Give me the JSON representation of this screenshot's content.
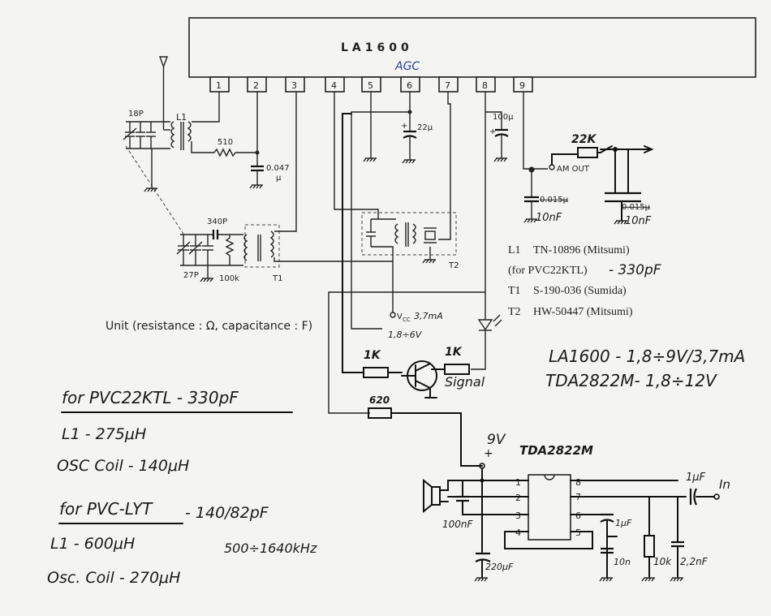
{
  "ic_main": {
    "name": "LA1600",
    "agc_note": "AGC",
    "pins": [
      "1",
      "2",
      "3",
      "4",
      "5",
      "6",
      "7",
      "8",
      "9"
    ]
  },
  "coils": {
    "L1": "L1",
    "T1": "T1",
    "T2": "T2"
  },
  "components": {
    "c_18p": "18P",
    "r_510": "510",
    "c_0047": "0.047",
    "c_0047_unit": "μ",
    "c_340p": "340P",
    "c_27p": "27P",
    "r_100k": "100k",
    "c_22u": "22μ",
    "c_100u": "100μ",
    "r_22k": "22K",
    "am_out": "AM OUT",
    "c_10nf_a": "10nF",
    "c_0015_struck": "0.015μ",
    "c_10nf_b": "10nF",
    "c_0015_struck_b": "0.015μ",
    "r_1k_a": "1K",
    "r_1k_b": "1K",
    "signal": "Signal",
    "r_620": "620",
    "vcc_label": "V",
    "vcc_sub": "CC",
    "vcc_current": "3,7mA",
    "vcc_range": "1,8÷6V",
    "v9": "9V",
    "plus": "+"
  },
  "coil_table": [
    {
      "label": "L1",
      "value": "TN-10896 (Mitsumi)"
    },
    {
      "label": "",
      "value": "(for PVC22KTL)",
      "note": "- 330pF"
    },
    {
      "label": "T1",
      "value": "S-190-036 (Sumida)"
    },
    {
      "label": "T2",
      "value": "HW-50447 (Mitsumi)"
    }
  ],
  "unit_note": "Unit (resistance : Ω, capacitance : F)",
  "specs": [
    "LA1600 - 1,8÷9V/3,7mA",
    "TDA2822M- 1,8÷12V"
  ],
  "notes_pvc22ktl": {
    "heading": "for PVC22KTL - 330pF",
    "l1": "L1 - 275μH",
    "osc": "OSC Coil - 140μH"
  },
  "notes_pvclyt": {
    "heading": "for PVC-LYT",
    "heading_tail": "- 140/82pF",
    "l1": "L1 - 600μH",
    "freq": "500÷1640kHz",
    "osc": "Osc. Coil - 270μH"
  },
  "amp": {
    "name": "TDA2822M",
    "pins_left": [
      "1",
      "2",
      "3",
      "4"
    ],
    "pins_right": [
      "8",
      "7",
      "6",
      "5"
    ],
    "c_100nf": "100nF",
    "c_220uf": "220μF",
    "c_1uf_a": "1μF",
    "c_10n": "10n",
    "r_10k": "10k",
    "c_22nf": "2,2nF",
    "c_1uf_in": "1μF",
    "in_label": "In"
  }
}
